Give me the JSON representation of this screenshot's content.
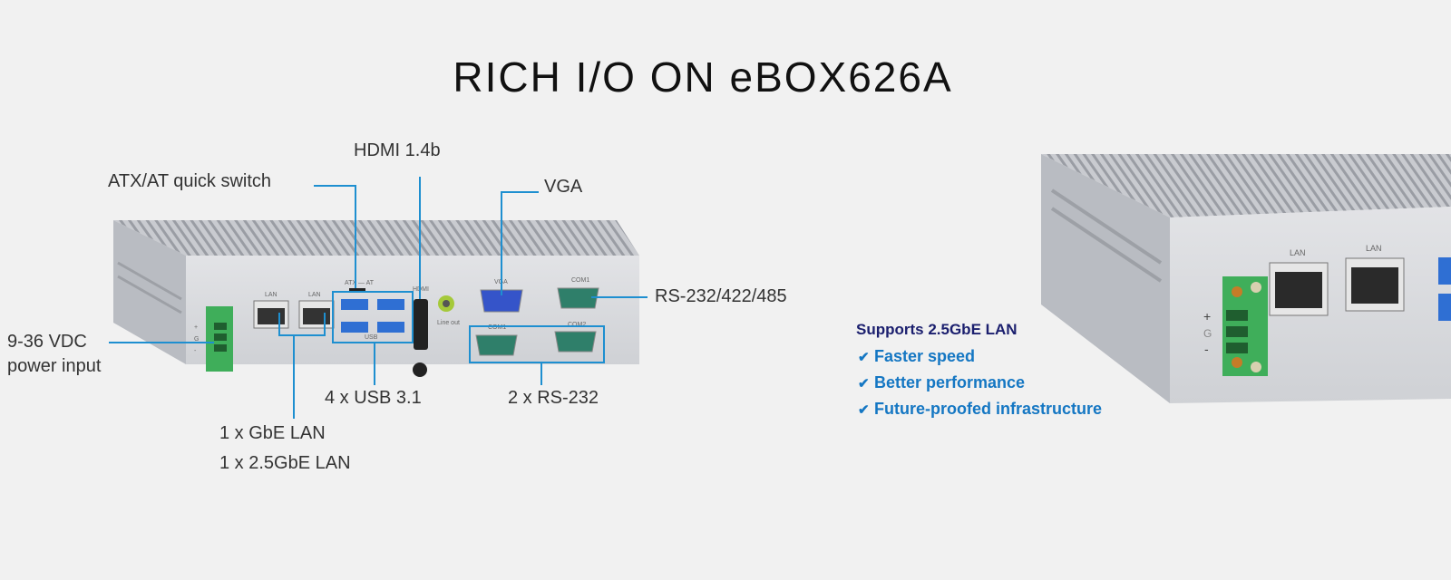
{
  "title": "RICH I/O ON eBOX626A",
  "callouts": {
    "atx": "ATX/AT quick switch",
    "hdmi": "HDMI 1.4b",
    "vga": "VGA",
    "rs232_422_485": "RS-232/422/485",
    "power_line1": "9-36 VDC",
    "power_line2": "power input",
    "usb": "4 x USB 3.1",
    "rs232": "2 x RS-232",
    "lan_line1": "1 x GbE LAN",
    "lan_line2": "1 x 2.5GbE LAN"
  },
  "features": {
    "heading": "Supports 2.5GbE LAN",
    "items": [
      "Faster speed",
      "Better performance",
      "Future-proofed infrastructure"
    ],
    "check_icon": "check-icon"
  },
  "device_markings": {
    "lan": "LAN",
    "atx_at": "ATX — AT",
    "hdmi": "HDMI",
    "vga": "VGA",
    "com1": "COM1",
    "com2": "COM2",
    "usb": "USB",
    "line_out": "Line out",
    "plus": "+",
    "ground": "G",
    "minus": "-"
  },
  "colors": {
    "background": "#f1f1f1",
    "leader_line": "#1e8fd0",
    "heading_navy": "#1b1f6e",
    "feature_blue": "#1577c3",
    "terminal_green": "#3fae5a"
  }
}
